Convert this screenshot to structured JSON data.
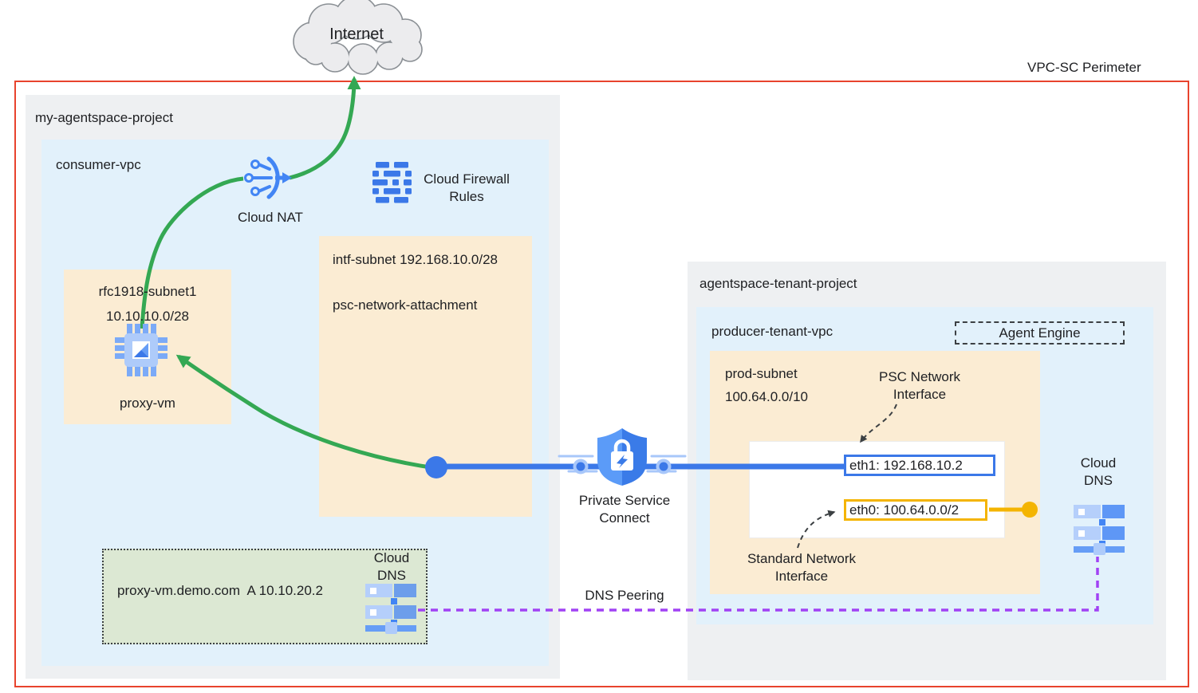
{
  "perimeter_label": "VPC-SC Perimeter",
  "internet_label": "Internet",
  "project_a": {
    "name": "my-agentspace-project",
    "vpc_name": "consumer-vpc",
    "cloud_nat_label": "Cloud NAT",
    "firewall_label": "Cloud Firewall Rules",
    "intf_subnet_title": "intf-subnet 192.168.10.0/28",
    "intf_subnet_attachment": "psc-network-attachment",
    "rfc_subnet_name": "rfc1918-subnet1",
    "rfc_subnet_cidr": "10.10.10.0/28",
    "proxy_vm_label": "proxy-vm",
    "dns_record": "proxy-vm.demo.com  A 10.10.20.2",
    "dns_label": "Cloud DNS"
  },
  "connections": {
    "psc_label": "Private Service Connect",
    "dns_peering_label": "DNS Peering"
  },
  "project_b": {
    "name": "agentspace-tenant-project",
    "vpc_name": "producer-tenant-vpc",
    "agent_engine_label": "Agent Engine",
    "prod_subnet_name": "prod-subnet",
    "prod_subnet_cidr": "100.64.0.0/10",
    "psc_nic_label": "PSC Network Interface",
    "eth1_label": "eth1: 192.168.10.2",
    "std_nic_label": "Standard Network Interface",
    "eth0_label": "eth0: 100.64.0.0/2",
    "dns_label": "Cloud DNS"
  },
  "colors": {
    "perimeter_red": "#e8432d",
    "arrow_green": "#34a853",
    "connect_blue": "#3b78e8",
    "peering_purple": "#a142f4",
    "interface_gold": "#f4b400"
  }
}
